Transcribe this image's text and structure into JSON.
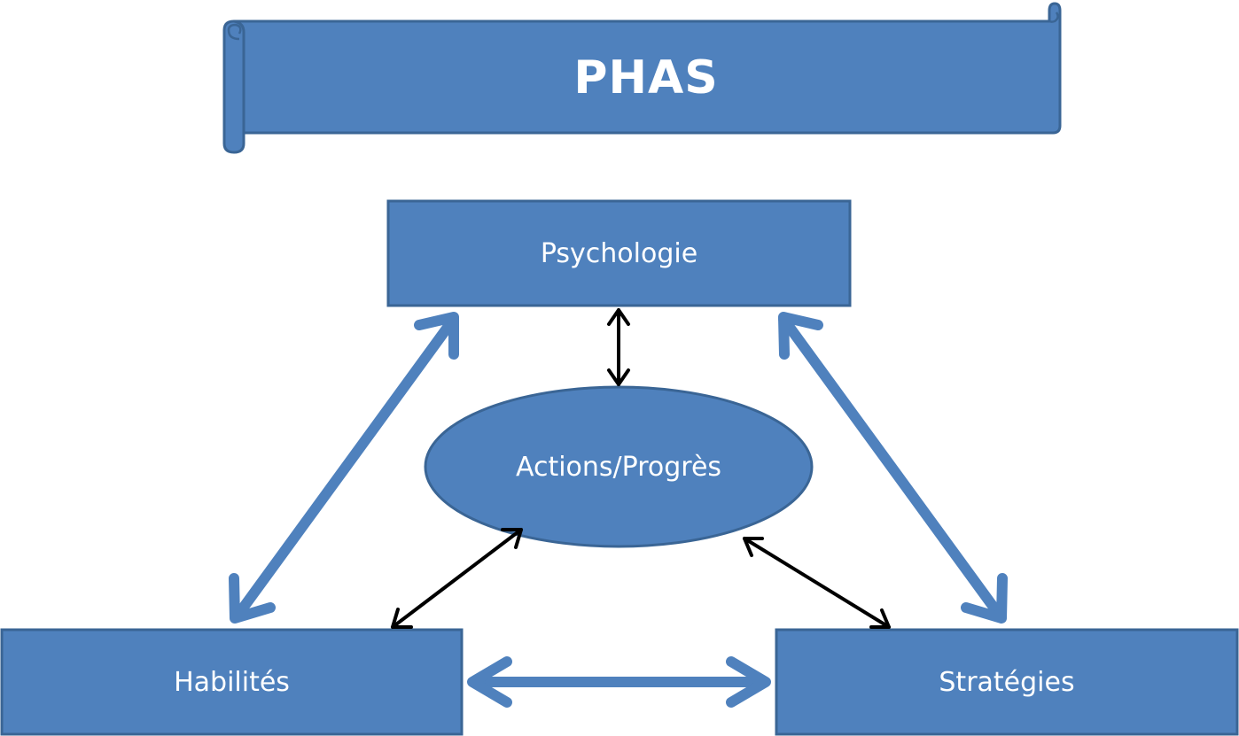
{
  "banner": {
    "title": "PHAS"
  },
  "nodes": {
    "psychologie": "Psychologie",
    "actions": "Actions/Progrès",
    "habilites": "Habilités",
    "strategies": "Stratégies"
  },
  "colors": {
    "fill": "#4f81bd",
    "outline": "#3a6595",
    "text": "#ffffff",
    "connector_blue": "#4f81bd",
    "connector_black": "#000000"
  }
}
